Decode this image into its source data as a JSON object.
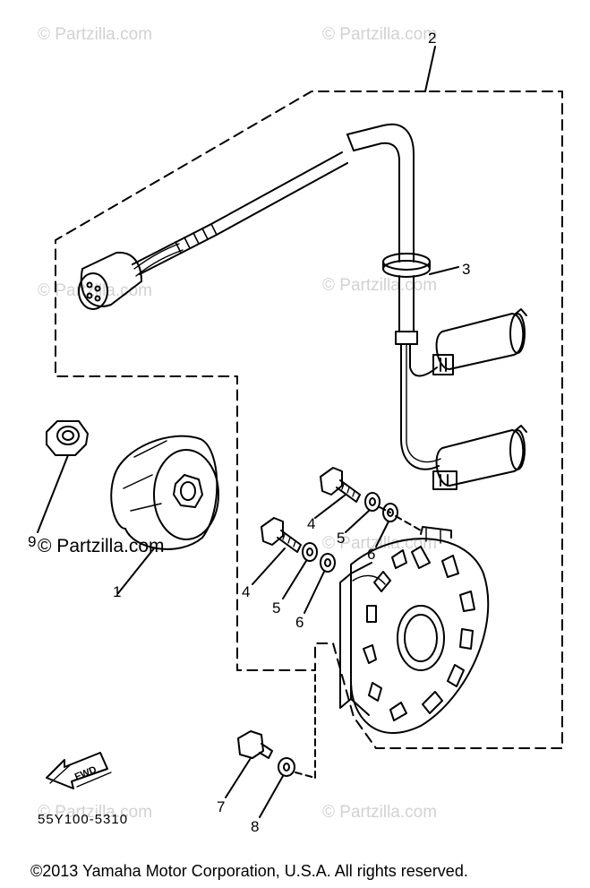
{
  "watermark": "© Partzilla.com",
  "callouts": {
    "c1": "1",
    "c2": "2",
    "c3": "3",
    "c4a": "4",
    "c4b": "4",
    "c5a": "5",
    "c5b": "5",
    "c6a": "6",
    "c6b": "6",
    "c7": "7",
    "c8": "8",
    "c9": "9"
  },
  "fwd_label": "FWD",
  "part_code": "55Y100-5310",
  "copyright": "©2013 Yamaha Motor Corporation, U.S.A. All rights reserved.",
  "colors": {
    "ink": "#000000",
    "watermark": "#d2d2d2",
    "background": "#ffffff"
  }
}
